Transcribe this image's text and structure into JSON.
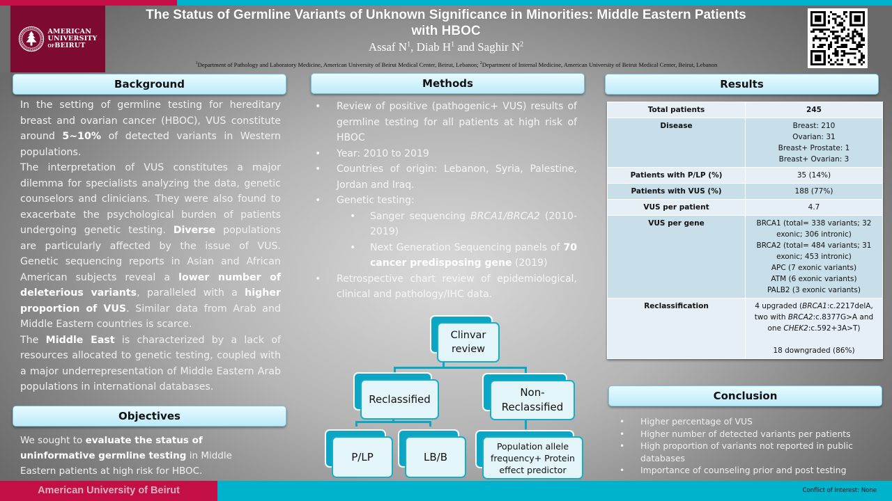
{
  "colors": {
    "brand_red": "#c30f45",
    "brand_blue": "#00b3cc",
    "logo_maroon": "#7c0a31",
    "header_fill": "#bdeaf8",
    "flow_accent": "#0aa6c4"
  },
  "logo": {
    "line1": "AMERICAN",
    "line2": "UNIVERSITY",
    "line3_prefix": "OF",
    "line3": "BEIRUT",
    "icon": "cedar-seal-icon"
  },
  "header": {
    "title": "The Status of Germline Variants of Unknown Significance in Minorities: Middle Eastern Patients with HBOC",
    "authors": [
      {
        "name": "Assaf N",
        "sup": "1"
      },
      {
        "name": "Diab H",
        "sup": "1"
      },
      {
        "name": "Saghir N",
        "sup": "2"
      }
    ],
    "author_sep1": ", ",
    "author_sep2": " and ",
    "affiliations": [
      {
        "sup": "1",
        "text": "Department of Pathology and Laboratory Medicine, American University of Beirut Medical Center, Beirut, Lebanon; "
      },
      {
        "sup": "2",
        "text": "Department of Internal Medicine, American University of Beirut Medical Center, Beirut, Lebanon"
      }
    ],
    "qr_icon": "qr-code-icon"
  },
  "background": {
    "heading": "Background",
    "p1": [
      {
        "t": "In the setting of germline testing for hereditary breast and ovarian cancer (HBOC), VUS constitute around ",
        "b": false
      },
      {
        "t": "5~10%",
        "b": true
      },
      {
        "t": " of detected variants in Western populations.",
        "b": false
      }
    ],
    "p2": [
      {
        "t": "The interpretation of VUS constitutes a major dilemma for specialists analyzing the data, genetic counselors and clinicians. They were also found to exacerbate the psychological burden of patients undergoing genetic testing. ",
        "b": false
      },
      {
        "t": "Diverse",
        "b": true
      },
      {
        "t": " populations are particularly affected by the issue of VUS. Genetic sequencing reports in Asian and African American subjects reveal a ",
        "b": false
      },
      {
        "t": "lower number of deleterious variants",
        "b": true
      },
      {
        "t": ", paralleled with a ",
        "b": false
      },
      {
        "t": "higher proportion of VUS",
        "b": true
      },
      {
        "t": ". Similar data from Arab and Middle Eastern countries is scarce.",
        "b": false
      }
    ],
    "p3": [
      {
        "t": "The ",
        "b": false
      },
      {
        "t": "Middle East",
        "b": true
      },
      {
        "t": " is characterized by a lack of resources allocated to genetic testing, coupled with a major underrepresentation of Middle Eastern Arab populations in international databases.",
        "b": false
      }
    ]
  },
  "objectives": {
    "heading": "Objectives",
    "text": [
      {
        "t": "We sought to ",
        "b": false
      },
      {
        "t": "evaluate the status of uninformative germline testing",
        "b": true
      },
      {
        "t": " in Middle Eastern patients at high risk for HBOC.",
        "b": false
      }
    ]
  },
  "methods": {
    "heading": "Methods",
    "items": [
      {
        "level": 1,
        "parts": [
          {
            "t": "Review of positive (pathogenic+ VUS) results of germline testing for all patients at high risk of HBOC",
            "s": ""
          }
        ]
      },
      {
        "level": 1,
        "parts": [
          {
            "t": "Year: 2010 to 2019",
            "s": ""
          }
        ]
      },
      {
        "level": 1,
        "parts": [
          {
            "t": "Countries of origin: Lebanon, Syria, Palestine, Jordan and Iraq.",
            "s": ""
          }
        ]
      },
      {
        "level": 1,
        "parts": [
          {
            "t": "Genetic testing:",
            "s": ""
          }
        ]
      },
      {
        "level": 2,
        "parts": [
          {
            "t": "Sanger sequencing ",
            "s": ""
          },
          {
            "t": "BRCA1/BRCA2",
            "s": "i"
          },
          {
            "t": " (2010-2019)",
            "s": ""
          }
        ]
      },
      {
        "level": 2,
        "parts": [
          {
            "t": "Next Generation Sequencing panels of ",
            "s": ""
          },
          {
            "t": "70 cancer predisposing gene",
            "s": "b"
          },
          {
            "t": " (2019)",
            "s": ""
          }
        ]
      },
      {
        "level": 1,
        "parts": [
          {
            "t": "Retrospective chart review of epidemiological, clinical and pathology/IHC data.",
            "s": ""
          }
        ]
      }
    ]
  },
  "flowchart": {
    "root": "Clinvar review",
    "left": "Reclassified",
    "right": "Non-Reclassified",
    "left_child_1": "P/LP",
    "left_child_2": "LB/B",
    "right_child": "Population allele frequency+ Protein effect predictor"
  },
  "results": {
    "heading": "Results",
    "rows": [
      {
        "label": "Total patients",
        "values": [
          "245"
        ],
        "bold_value": true
      },
      {
        "label": "Disease",
        "values": [
          "Breast: 210",
          "Ovarian: 31",
          "Breast+ Prostate: 1",
          "Breast+ Ovarian: 3"
        ]
      },
      {
        "label": "Patients with P/LP (%)",
        "values": [
          "35 (14%)"
        ]
      },
      {
        "label": "Patients with VUS (%)",
        "values": [
          "188 (77%)"
        ]
      },
      {
        "label": "VUS per patient",
        "values": [
          "4.7"
        ]
      },
      {
        "label": "VUS per gene",
        "values": [
          "BRCA1 (total= 338 variants; 32 exonic; 306 intronic)",
          "BRCA2 (total= 484 variants; 31 exonic; 453 intronic)",
          "APC (7 exonic variants)",
          "ATM (6 exonic variants)",
          "PALB2 (3 exonic variants)"
        ]
      },
      {
        "label": "Reclassification",
        "rich": [
          {
            "t": "4 upgraded (",
            "s": ""
          },
          {
            "t": "BRCA1",
            "s": "i"
          },
          {
            "t": ":c.2217delA, two with ",
            "s": ""
          },
          {
            "t": "BRCA2",
            "s": "i"
          },
          {
            "t": ":c.8377G>A and one ",
            "s": ""
          },
          {
            "t": "CHEK2",
            "s": "i"
          },
          {
            "t": ":c.592+3A>T)",
            "s": ""
          }
        ],
        "extra": "18 downgraded (86%)"
      }
    ]
  },
  "conclusion": {
    "heading": "Conclusion",
    "items": [
      "Higher percentage of VUS",
      "Higher number of detected variants per patients",
      "High proportion of variants not reported in public databases",
      "Importance of counseling prior and post testing"
    ]
  },
  "footer": {
    "institution": "American University of Beirut",
    "conflict": "Conflict of Interest: None"
  }
}
